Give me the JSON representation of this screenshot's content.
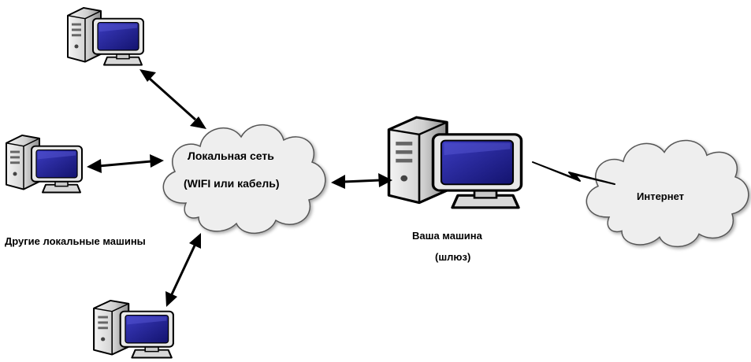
{
  "labels": {
    "lan_line1": "Локальная сеть",
    "lan_line2": "(WIFI или кабель)",
    "other_machines": "Другие локальные машины",
    "your_machine": "Ваша машина",
    "gateway": "(шлюз)",
    "internet": "Интернет"
  },
  "colors": {
    "cloud_fill": "#eeeeee",
    "cloud_stroke": "#555555",
    "screen_blue": "#1c1c8a",
    "case_grey": "#bfbfbf"
  },
  "icons": [
    "computer-icon",
    "cloud-icon",
    "double-arrow-icon",
    "lightning-link-icon"
  ]
}
